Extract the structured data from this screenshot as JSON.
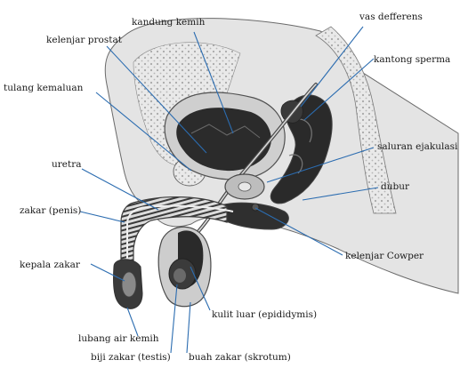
{
  "colors": {
    "leader": "#2b6cb0",
    "tissue_light": "#e6e6e6",
    "tissue_mid": "#c9c9c9",
    "organ_dark": "#262626",
    "outline": "#555555"
  },
  "labels": {
    "kandung_kemih": "kandung kemih",
    "vas_defferens": "vas defferens",
    "kelenjar_prostat": "kelenjar prostat",
    "kantong_sperma": "kantong sperma",
    "tulang_kemaluan": "tulang kemaluan",
    "saluran_ejakulasi": "saluran ejakulasi",
    "uretra": "uretra",
    "dubur": "dubur",
    "zakar_penis": "zakar (penis)",
    "kelenjar_cowper": "kelenjar Cowper",
    "kepala_zakar": "kepala zakar",
    "kulit_luar": "kulit luar (epididymis)",
    "lubang_air_kemih": "lubang air kemih",
    "biji_zakar": "biji zakar (testis)",
    "buah_zakar": "buah zakar (skrotum)"
  }
}
